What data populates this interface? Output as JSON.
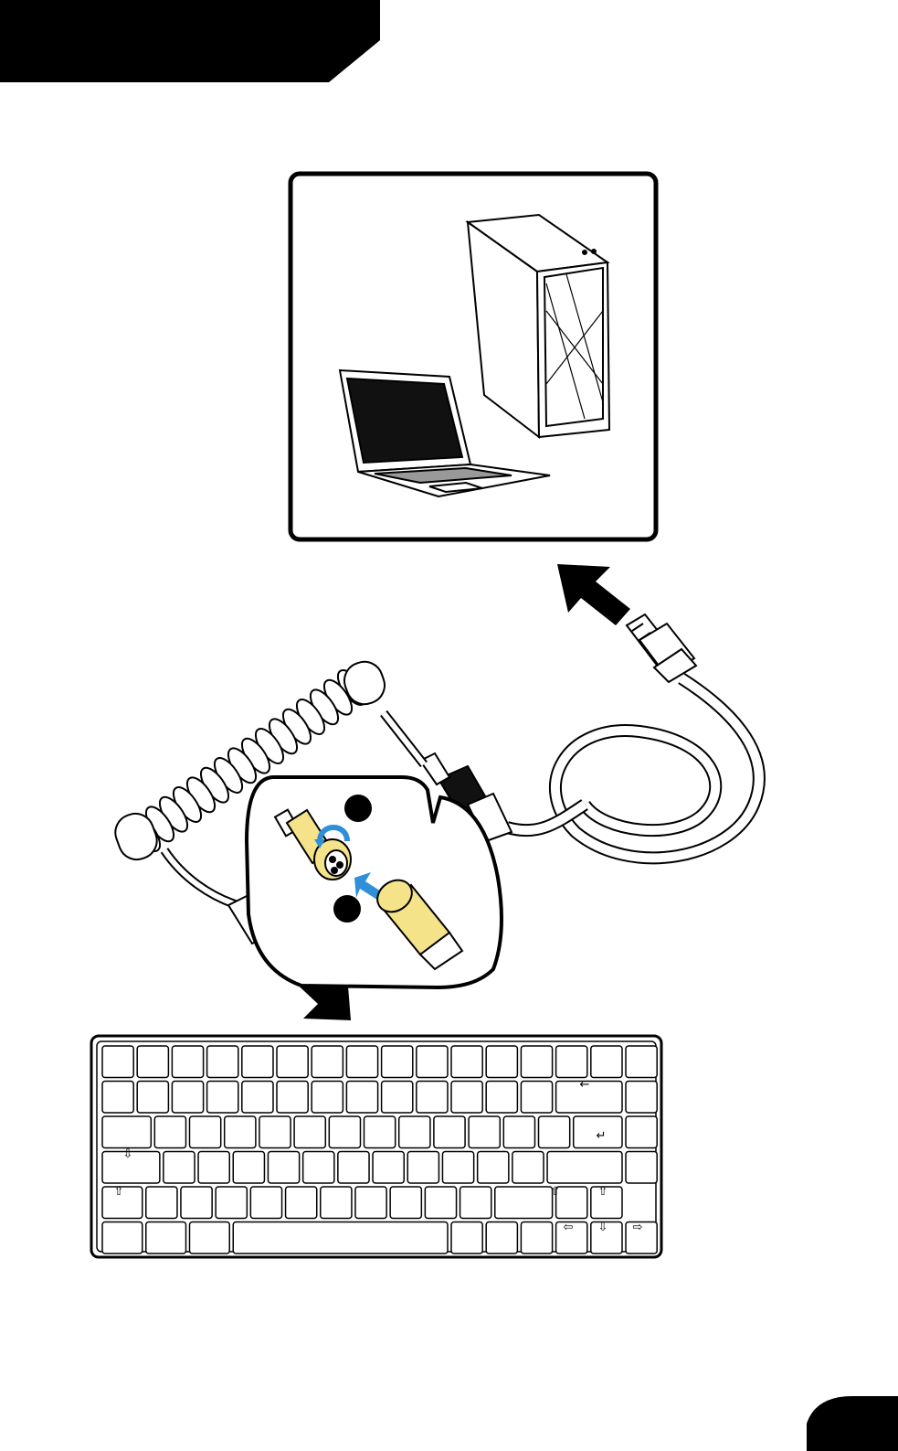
{
  "page": {
    "header_tab": {
      "text": "",
      "color": "#000000"
    },
    "page_number": ""
  },
  "figure": {
    "devices": [
      {
        "name": "desktop-tower",
        "icon": "pc-tower-icon"
      },
      {
        "name": "laptop",
        "icon": "laptop-icon"
      }
    ],
    "callout": {
      "steps": [
        "",
        ""
      ],
      "connector_color": "#f5e38a",
      "arrow_color": "#2f8fd8"
    },
    "keyboard": {
      "layout": "68-key compact",
      "key_glyphs": [
        "←",
        "↵",
        "⇩",
        "⇧",
        "⇧",
        "⇧",
        "⇦",
        "⇩",
        "⇨"
      ]
    }
  }
}
